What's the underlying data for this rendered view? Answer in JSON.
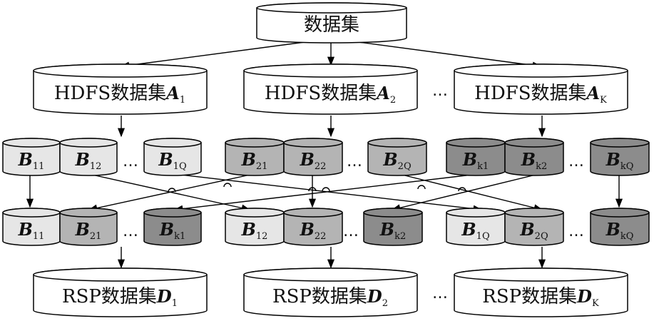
{
  "dataset": {
    "label": "数据集"
  },
  "hdfs": [
    {
      "label": "HDFS数据集",
      "sym": "A",
      "sub": "1"
    },
    {
      "label": "HDFS数据集",
      "sym": "A",
      "sub": "2"
    },
    {
      "label": "HDFS数据集",
      "sym": "A",
      "sub": "K"
    }
  ],
  "row1": [
    [
      {
        "sym": "B",
        "sub": "11"
      },
      {
        "sym": "B",
        "sub": "12"
      },
      {
        "sym": "B",
        "sub": "1Q"
      }
    ],
    [
      {
        "sym": "B",
        "sub": "21"
      },
      {
        "sym": "B",
        "sub": "22"
      },
      {
        "sym": "B",
        "sub": "2Q"
      }
    ],
    [
      {
        "sym": "B",
        "sub": "k1"
      },
      {
        "sym": "B",
        "sub": "k2"
      },
      {
        "sym": "B",
        "sub": "kQ"
      }
    ]
  ],
  "row2": [
    [
      {
        "sym": "B",
        "sub": "11"
      },
      {
        "sym": "B",
        "sub": "21"
      },
      {
        "sym": "B",
        "sub": "k1"
      }
    ],
    [
      {
        "sym": "B",
        "sub": "12"
      },
      {
        "sym": "B",
        "sub": "22"
      },
      {
        "sym": "B",
        "sub": "k2"
      }
    ],
    [
      {
        "sym": "B",
        "sub": "1Q"
      },
      {
        "sym": "B",
        "sub": "2Q"
      },
      {
        "sym": "B",
        "sub": "kQ"
      }
    ]
  ],
  "rsp": [
    {
      "label": "RSP数据集",
      "sym": "D",
      "sub": "1"
    },
    {
      "label": "RSP数据集",
      "sym": "D",
      "sub": "2"
    },
    {
      "label": "RSP数据集",
      "sym": "D",
      "sub": "K"
    }
  ],
  "ellipsis": "…",
  "colors": {
    "light": "#e6e6e6",
    "mid": "#b4b4b4",
    "dark": "#8c8c8c",
    "white": "#ffffff"
  }
}
